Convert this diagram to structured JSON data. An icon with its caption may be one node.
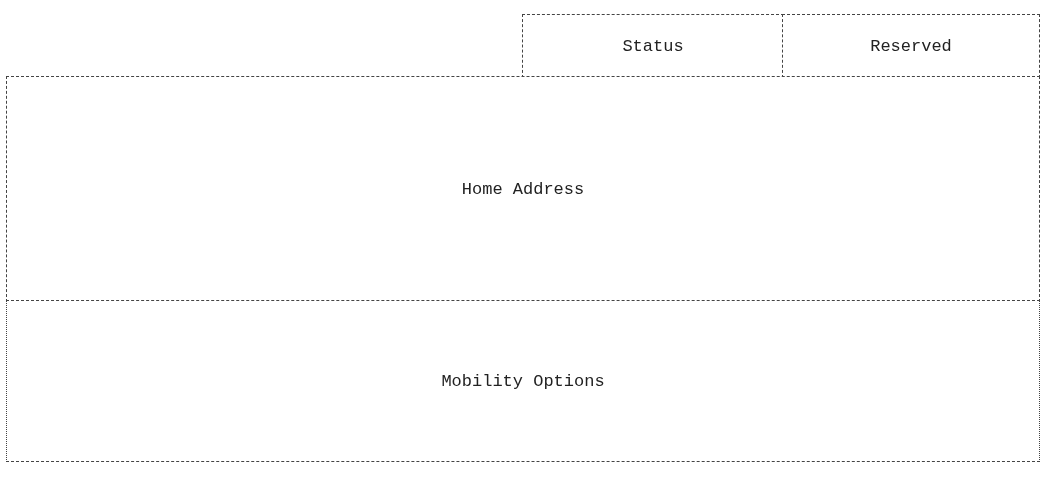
{
  "diagram": {
    "nodes": [
      {
        "text": [
          "Status"
        ]
      },
      {
        "text": [
          "Reserved"
        ]
      },
      {
        "text": [
          "Home Address"
        ]
      },
      {
        "text": [
          "Mobility Options"
        ]
      }
    ]
  }
}
